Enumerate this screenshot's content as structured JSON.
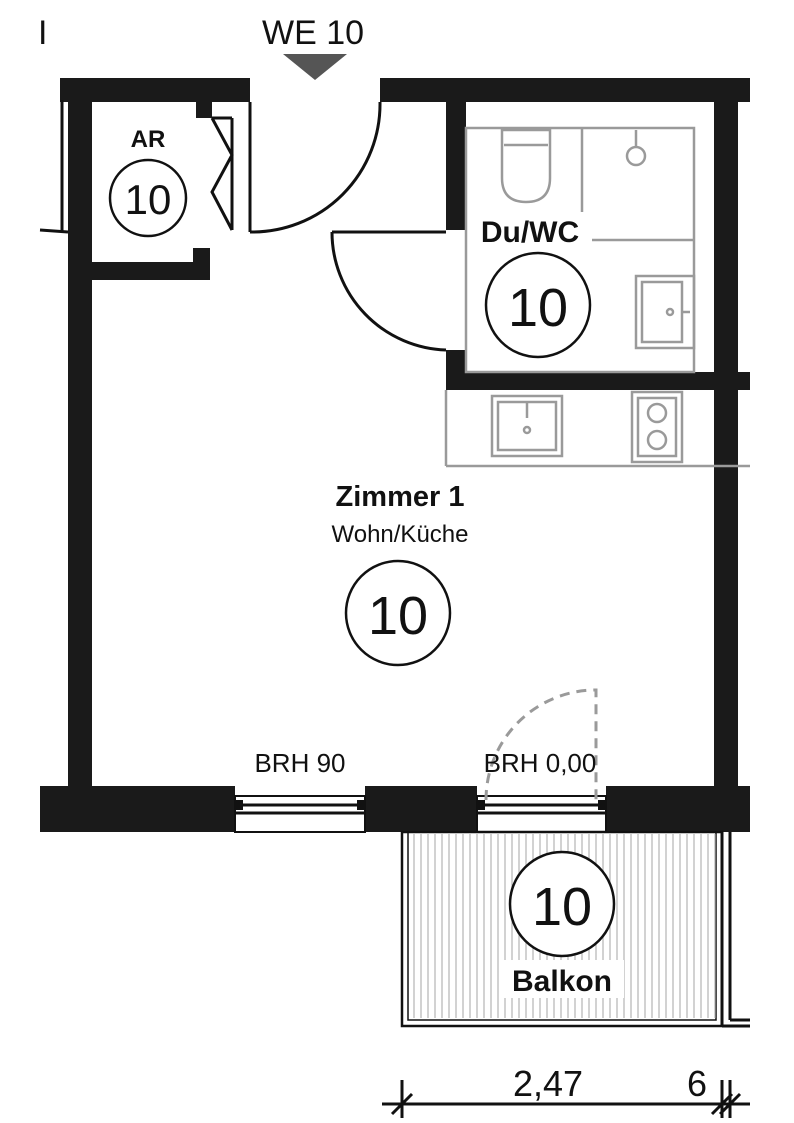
{
  "unit_label": "WE 10",
  "section_mark": "I",
  "rooms": {
    "storage": {
      "name": "AR",
      "number": "10"
    },
    "bath": {
      "name": "Du/WC",
      "number": "10"
    },
    "living": {
      "name": "Zimmer 1",
      "subtitle": "Wohn/Küche",
      "number": "10"
    },
    "balcony": {
      "name": "Balkon",
      "number": "10"
    }
  },
  "openings": {
    "window_label": "BRH 90",
    "door_label": "BRH 0,00"
  },
  "dimensions": {
    "width_label": "2,47",
    "wall_label": "6"
  }
}
